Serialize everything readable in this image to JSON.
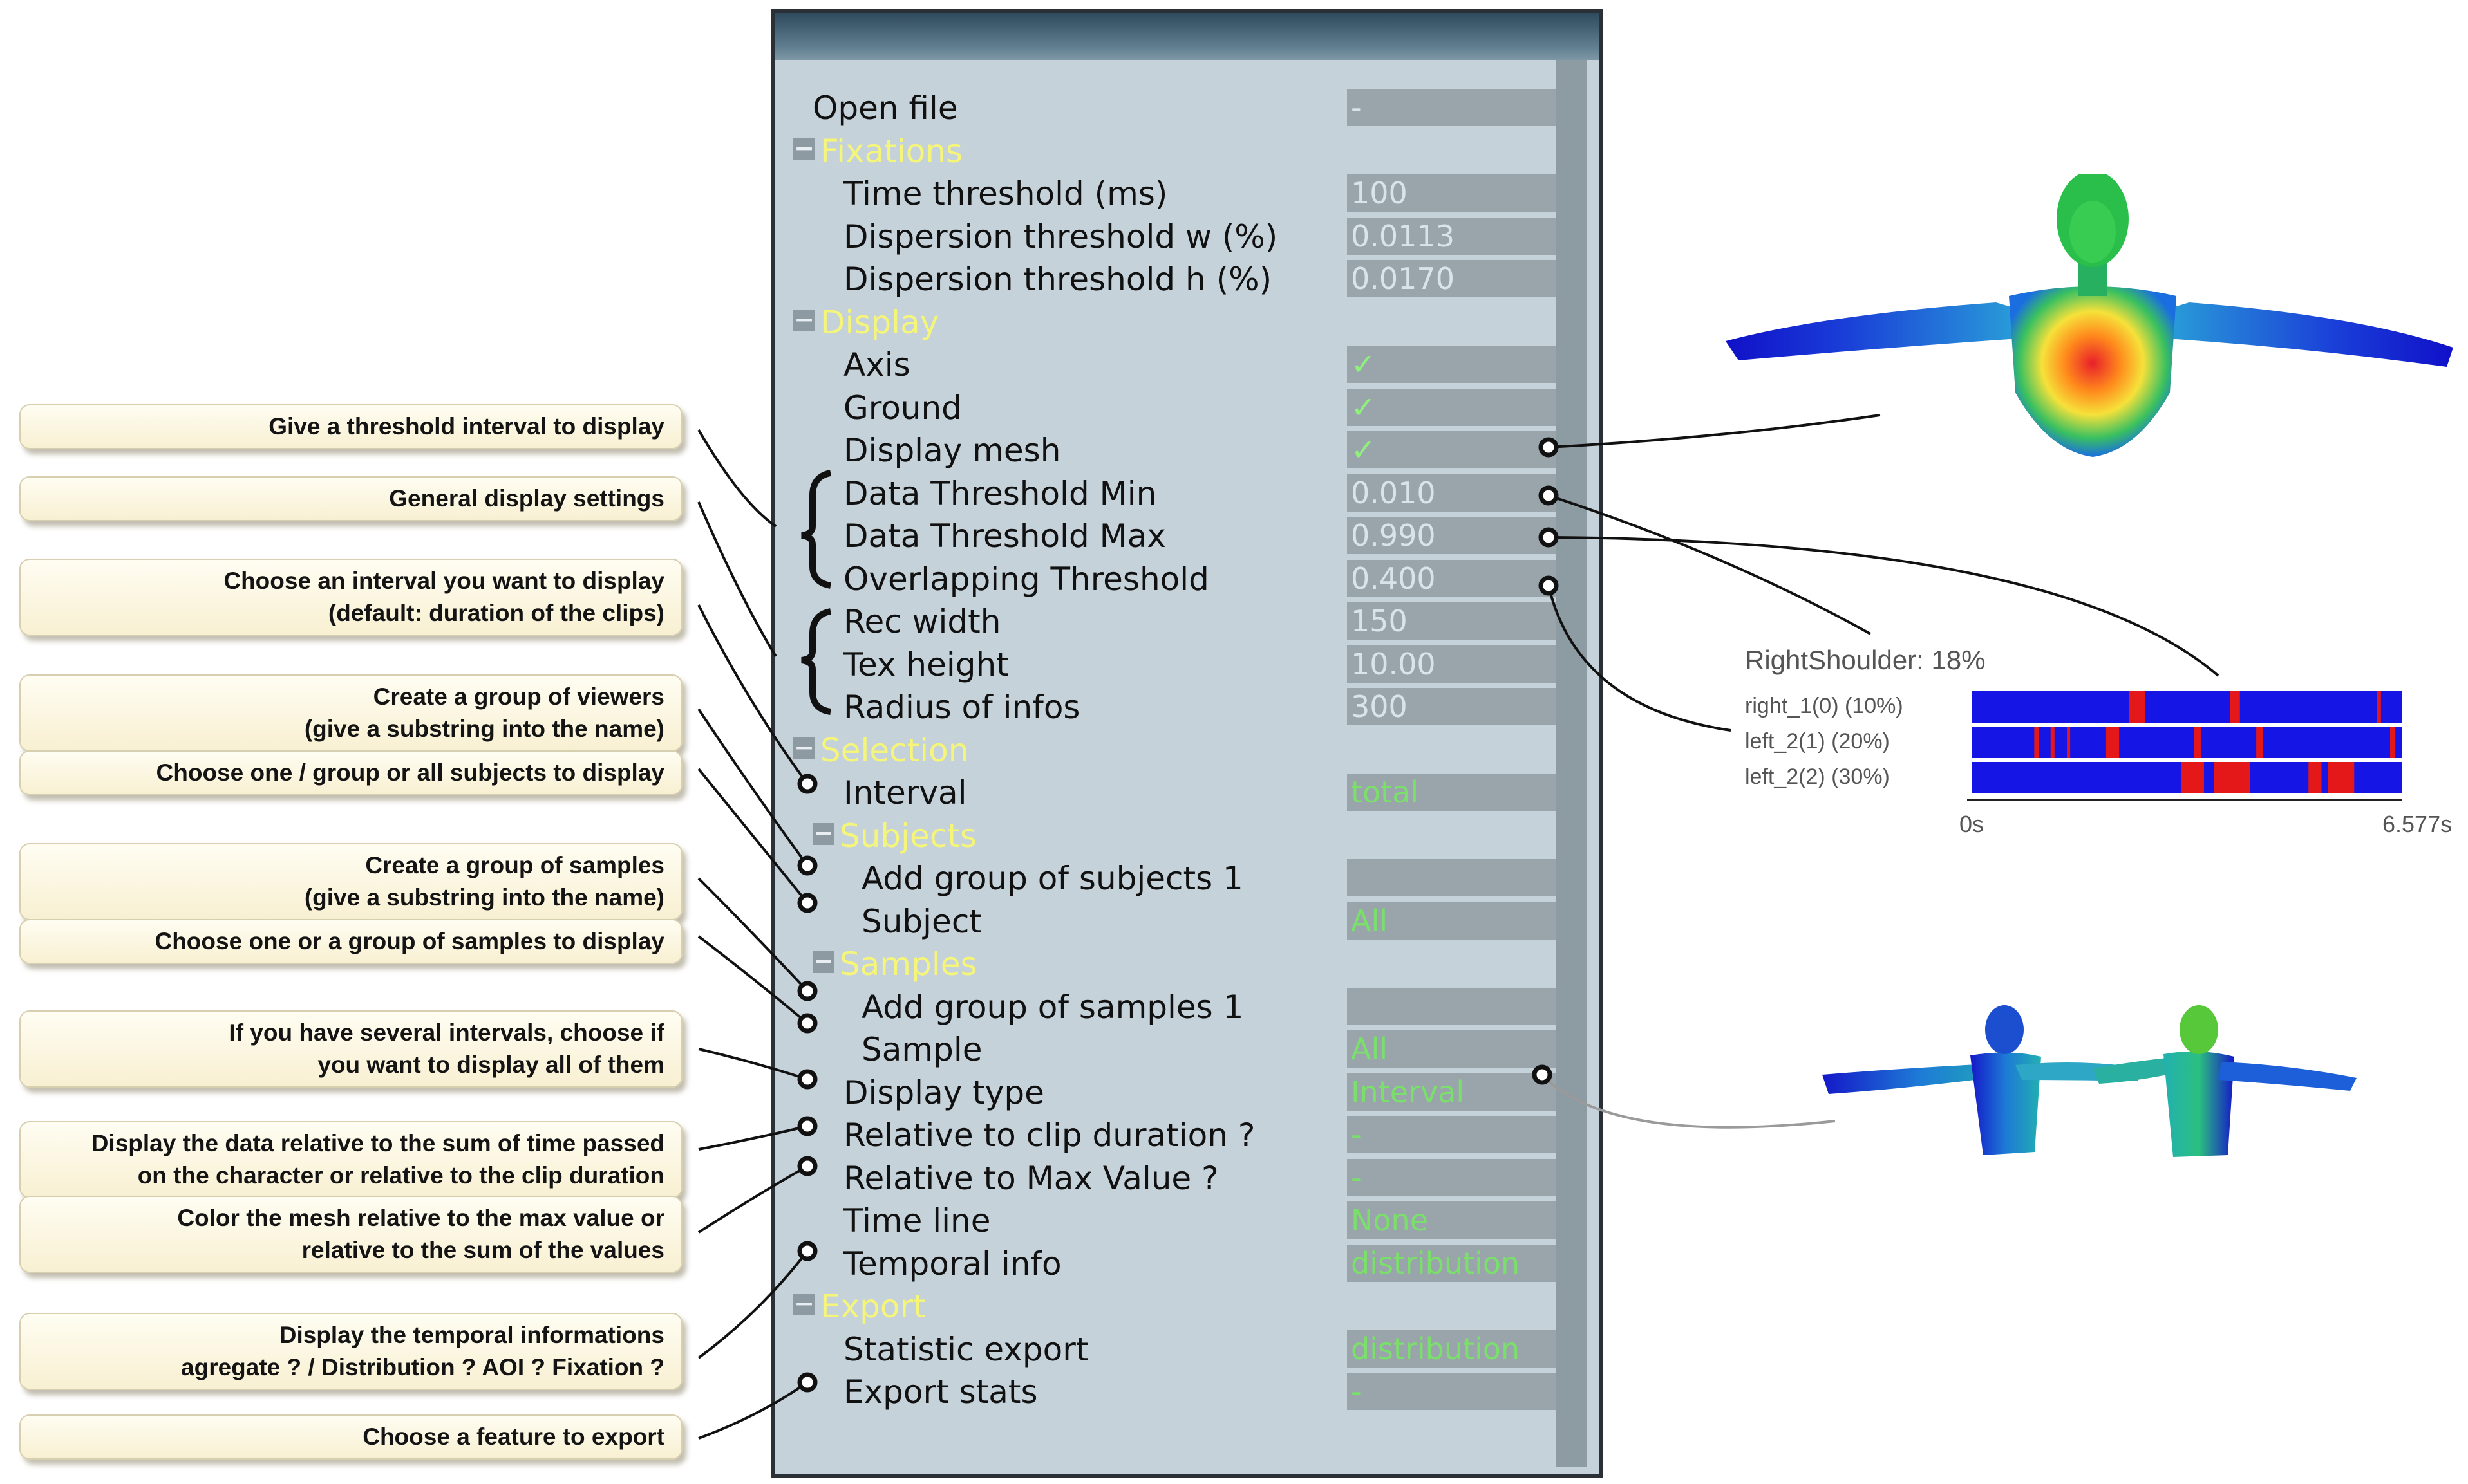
{
  "callouts": [
    {
      "lines": [
        "Give a threshold interval to display"
      ]
    },
    {
      "lines": [
        "General display settings"
      ]
    },
    {
      "lines": [
        "Choose an interval you want to display",
        "(default: duration of the clips)"
      ]
    },
    {
      "lines": [
        "Create a group of viewers",
        "(give a substring into the name)"
      ]
    },
    {
      "lines": [
        "Choose one / group or all subjects to display"
      ]
    },
    {
      "lines": [
        "Create a group of samples",
        "(give a substring into the name)"
      ]
    },
    {
      "lines": [
        "Choose one or a group of samples to display"
      ]
    },
    {
      "lines": [
        "If you have several intervals, choose if",
        "you want to display all of them"
      ]
    },
    {
      "lines": [
        "Display the data relative to the sum of time passed",
        "on the character or relative to the clip duration"
      ]
    },
    {
      "lines": [
        "Color the mesh relative to the max value or",
        "relative to the sum of the values"
      ]
    },
    {
      "lines": [
        "Display the temporal informations",
        "agregate ? / Distribution ? AOI ? Fixation ?"
      ]
    },
    {
      "lines": [
        "Choose a feature to export"
      ]
    }
  ],
  "panel": {
    "rows": [
      {
        "type": "field",
        "label": "Open file",
        "value": "-",
        "indent": 0
      },
      {
        "type": "section",
        "title": "Fixations",
        "indent": 0
      },
      {
        "type": "field",
        "label": "Time threshold (ms)",
        "value": "100",
        "indent": 1
      },
      {
        "type": "field",
        "label": "Dispersion threshold w (%)",
        "value": "0.0113",
        "indent": 1
      },
      {
        "type": "field",
        "label": "Dispersion threshold h (%)",
        "value": "0.0170",
        "indent": 1
      },
      {
        "type": "section",
        "title": "Display",
        "indent": 0
      },
      {
        "type": "field",
        "label": "Axis",
        "value": "✓",
        "style": "check",
        "indent": 1
      },
      {
        "type": "field",
        "label": "Ground",
        "value": "✓",
        "style": "check",
        "indent": 1
      },
      {
        "type": "field",
        "label": "Display mesh",
        "value": "✓",
        "style": "check",
        "indent": 1
      },
      {
        "type": "field",
        "label": "Data Threshold Min",
        "value": "0.010",
        "indent": 1
      },
      {
        "type": "field",
        "label": "Data Threshold Max",
        "value": "0.990",
        "indent": 1
      },
      {
        "type": "field",
        "label": "Overlapping Threshold",
        "value": "0.400",
        "indent": 1
      },
      {
        "type": "field",
        "label": "Rec width",
        "value": "150",
        "indent": 1
      },
      {
        "type": "field",
        "label": "Tex height",
        "value": "10.00",
        "indent": 1
      },
      {
        "type": "field",
        "label": "Radius of infos",
        "value": "300",
        "indent": 1
      },
      {
        "type": "section",
        "title": "Selection",
        "indent": 0
      },
      {
        "type": "field",
        "label": "Interval",
        "value": "total",
        "style": "green",
        "indent": 1
      },
      {
        "type": "section",
        "title": "Subjects",
        "indent": 1
      },
      {
        "type": "field",
        "label": "Add group of subjects 1",
        "value": "",
        "indent": 2
      },
      {
        "type": "field",
        "label": "Subject",
        "value": "All",
        "style": "green",
        "indent": 2
      },
      {
        "type": "section",
        "title": "Samples",
        "indent": 1
      },
      {
        "type": "field",
        "label": "Add group of samples 1",
        "value": "",
        "indent": 2
      },
      {
        "type": "field",
        "label": "Sample",
        "value": "All",
        "style": "green",
        "indent": 2
      },
      {
        "type": "field",
        "label": "Display type",
        "value": "Interval",
        "style": "green",
        "indent": 1
      },
      {
        "type": "field",
        "label": "Relative to clip duration ?",
        "value": "-",
        "style": "green",
        "indent": 1
      },
      {
        "type": "field",
        "label": "Relative to Max Value ?",
        "value": "-",
        "style": "green",
        "indent": 1
      },
      {
        "type": "field",
        "label": "Time line",
        "value": "None",
        "style": "green",
        "indent": 1
      },
      {
        "type": "field",
        "label": "Temporal info",
        "value": "distribution",
        "style": "green",
        "indent": 1
      },
      {
        "type": "section",
        "title": "Export",
        "indent": 0
      },
      {
        "type": "field",
        "label": "Statistic export",
        "value": "distribution",
        "style": "green",
        "indent": 1
      },
      {
        "type": "field",
        "label": "Export stats",
        "value": "-",
        "style": "green",
        "indent": 1
      }
    ]
  },
  "timeline": {
    "title": "RightShoulder: 18%",
    "axis_start": "0s",
    "axis_end": "6.577s",
    "duration": 6.577,
    "tracks": [
      {
        "label": "right_1(0) (10%)",
        "segments": [
          [
            2.4,
            2.65
          ],
          [
            3.95,
            4.1
          ],
          [
            6.2,
            6.26
          ]
        ]
      },
      {
        "label": "left_2(1) (20%)",
        "segments": [
          [
            0.95,
            1.02
          ],
          [
            1.2,
            1.26
          ],
          [
            1.45,
            1.5
          ],
          [
            2.05,
            2.25
          ],
          [
            3.4,
            3.5
          ],
          [
            4.35,
            4.45
          ],
          [
            6.4,
            6.48
          ]
        ]
      },
      {
        "label": "left_2(2) (30%)",
        "segments": [
          [
            3.2,
            3.55
          ],
          [
            3.7,
            4.25
          ],
          [
            5.15,
            5.35
          ],
          [
            5.45,
            5.85
          ]
        ]
      }
    ],
    "colors": {
      "background": "#1515e6",
      "highlight": "#e41818"
    }
  },
  "figures": {
    "top": "heatmap-mesh-figure",
    "bottom": "two-character-mesh-figure"
  }
}
